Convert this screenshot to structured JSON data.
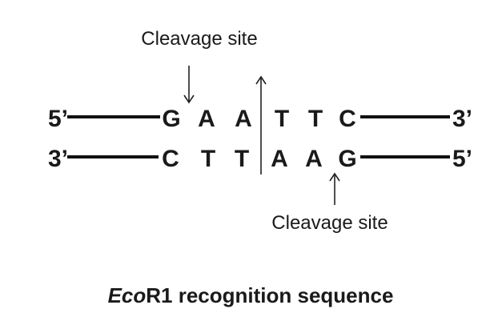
{
  "labels": {
    "cleavage_top": "Cleavage site",
    "cleavage_bottom": "Cleavage site"
  },
  "strands": {
    "top": {
      "left_end": "5’",
      "right_end": "3’",
      "bases": [
        "G",
        "A",
        "A",
        "T",
        "T",
        "C"
      ]
    },
    "bottom": {
      "left_end": "3’",
      "right_end": "5’",
      "bases": [
        "C",
        "T",
        "T",
        "A",
        "A",
        "G"
      ]
    }
  },
  "caption": {
    "italic": "Eco",
    "rest": "R1 recognition  sequence"
  },
  "colors": {
    "ink": "#1a1a1a",
    "background": "#ffffff"
  }
}
